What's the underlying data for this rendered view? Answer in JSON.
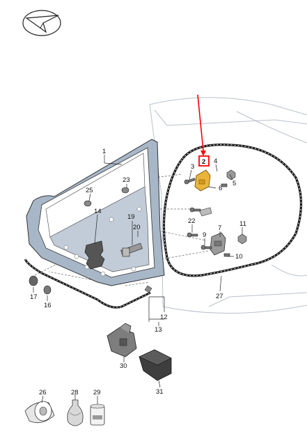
{
  "diagram": {
    "labels": {
      "p1": "1",
      "p2": "2",
      "p3": "3",
      "p4": "4",
      "p5": "5",
      "p6": "6",
      "p7": "7",
      "p9": "9",
      "p10": "10",
      "p11": "11",
      "p12": "12",
      "p13": "13",
      "p14": "14",
      "p16": "16",
      "p17": "17",
      "p19": "19",
      "p20": "20",
      "p22": "22",
      "p23": "23",
      "p25": "25",
      "p26": "26",
      "p27": "27",
      "p28": "28",
      "p29": "29",
      "p30": "30",
      "p31": "31"
    },
    "highlight": {
      "part": "2",
      "box_color": "#ff0000",
      "arrow_color": "#ff0000"
    },
    "colors": {
      "door_blue": "#9fb3c7",
      "hinge_yellow": "#e8b43a",
      "seal_black": "#1a1a1a"
    }
  }
}
